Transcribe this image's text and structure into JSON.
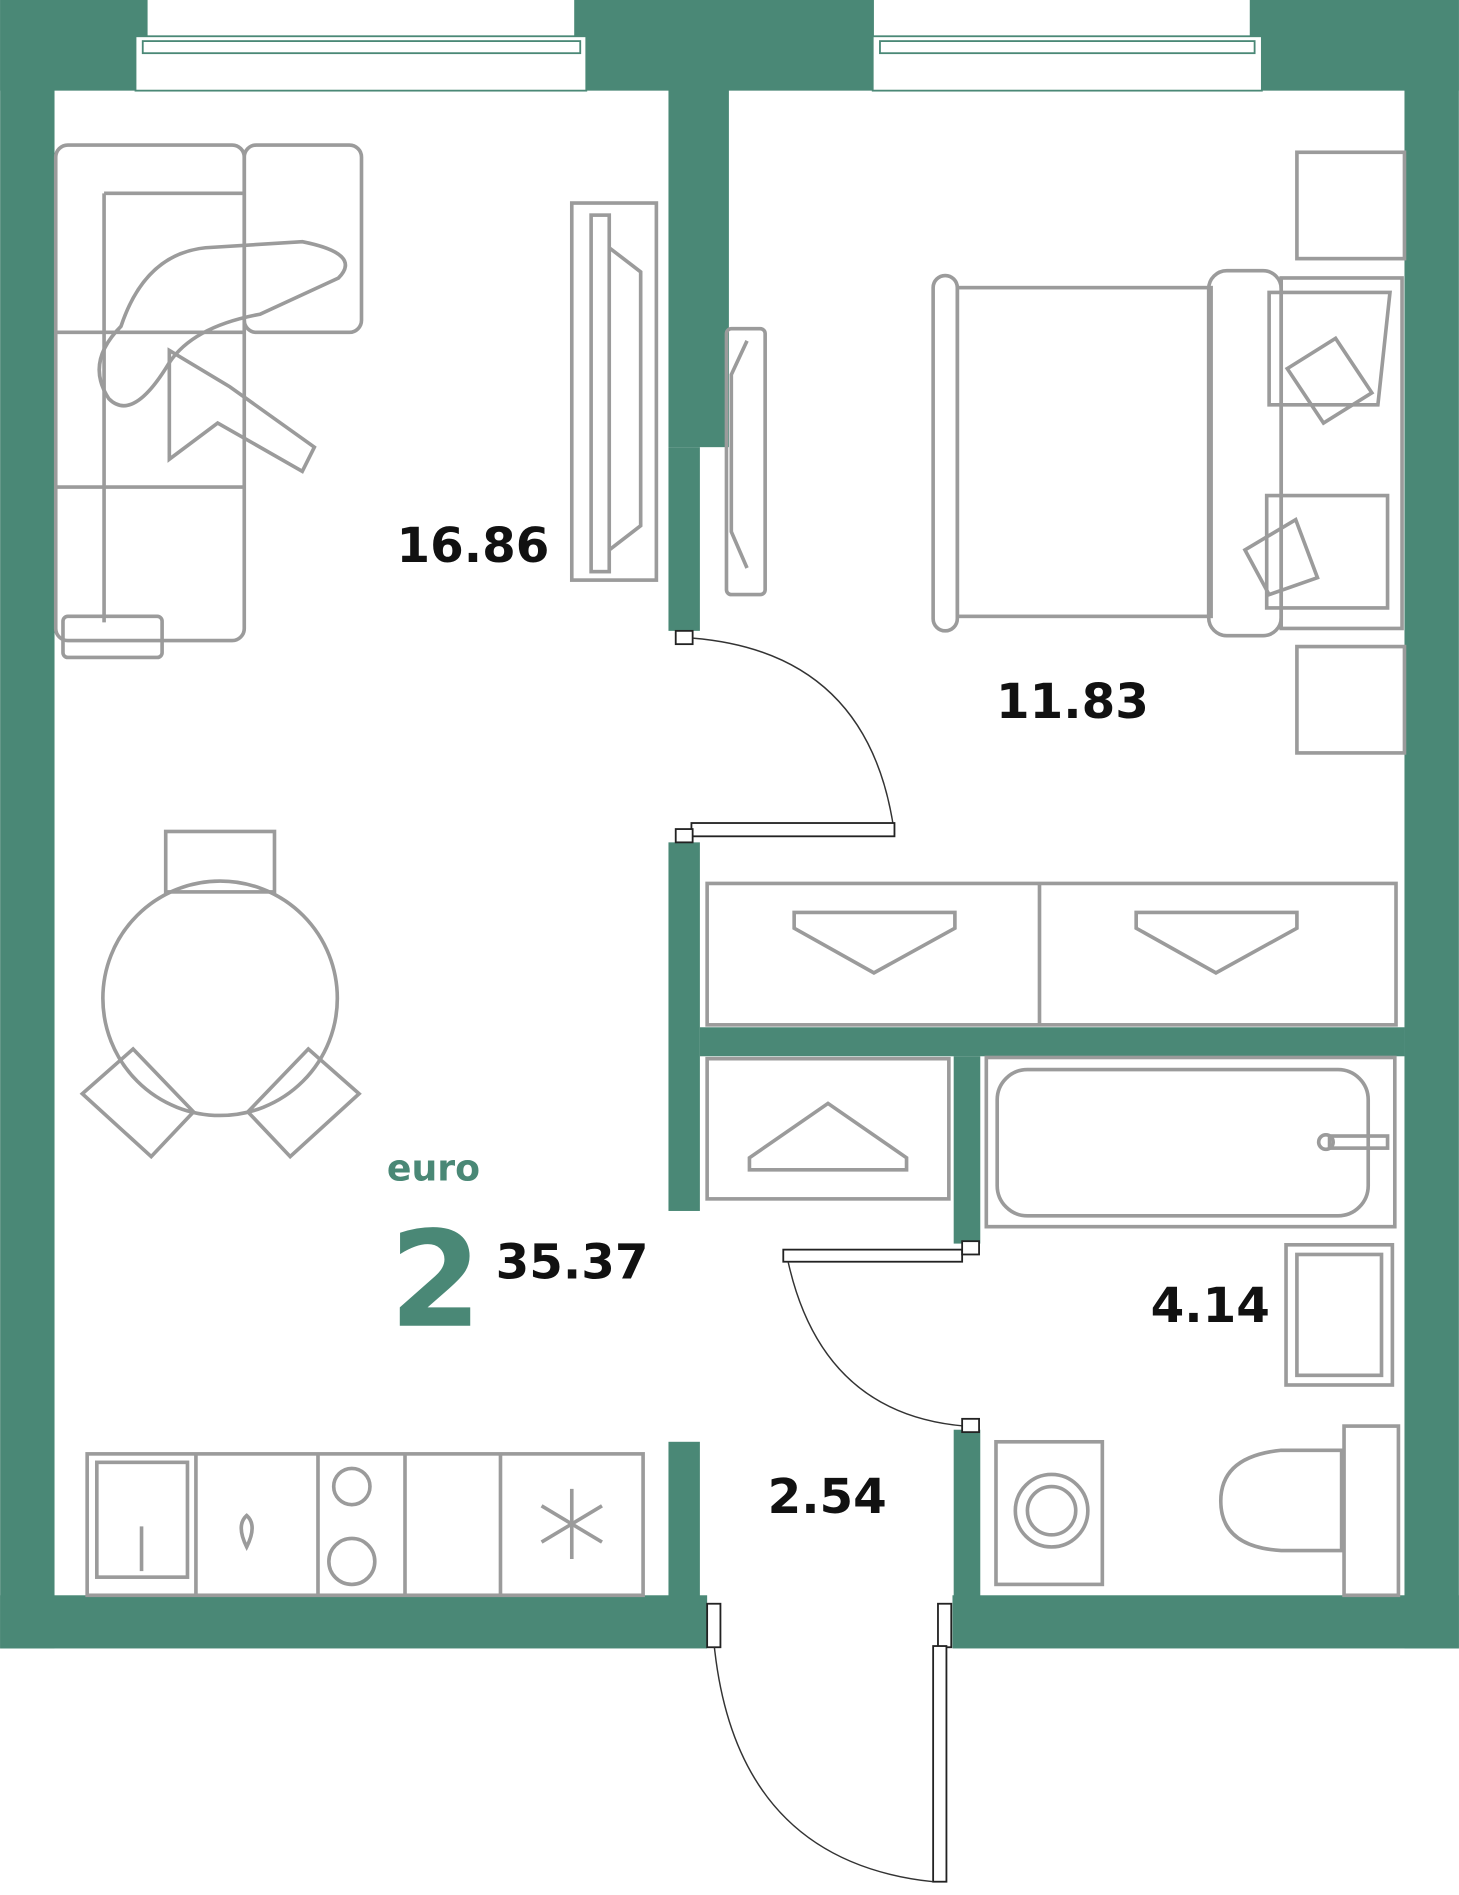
{
  "plan": {
    "apartment_type": "euro",
    "room_count": "2",
    "total_area": "35.37",
    "rooms": [
      {
        "name": "living-kitchen",
        "area": "16.86"
      },
      {
        "name": "bedroom",
        "area": "11.83"
      },
      {
        "name": "bathroom",
        "area": "4.14"
      },
      {
        "name": "hallway",
        "area": "2.54"
      }
    ]
  },
  "colors": {
    "wall": "#4a8876",
    "furniture": "#9b9b9b"
  }
}
